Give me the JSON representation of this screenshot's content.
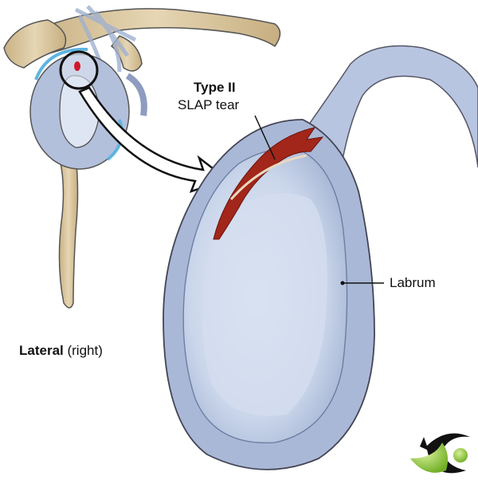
{
  "labels": {
    "type_title": "Type II",
    "type_subtitle": "SLAP tear",
    "labrum": "Labrum",
    "view_bold": "Lateral",
    "view_rest": " (right)"
  },
  "logo_text": "",
  "colors": {
    "bone": "#d9c49f",
    "glenoid": "#ccd7ea",
    "labrum": "#a9b8d6",
    "tear": "#a2261a",
    "cartilage_blue": "#5fb4e0",
    "logo_green": "#8dc63f"
  }
}
